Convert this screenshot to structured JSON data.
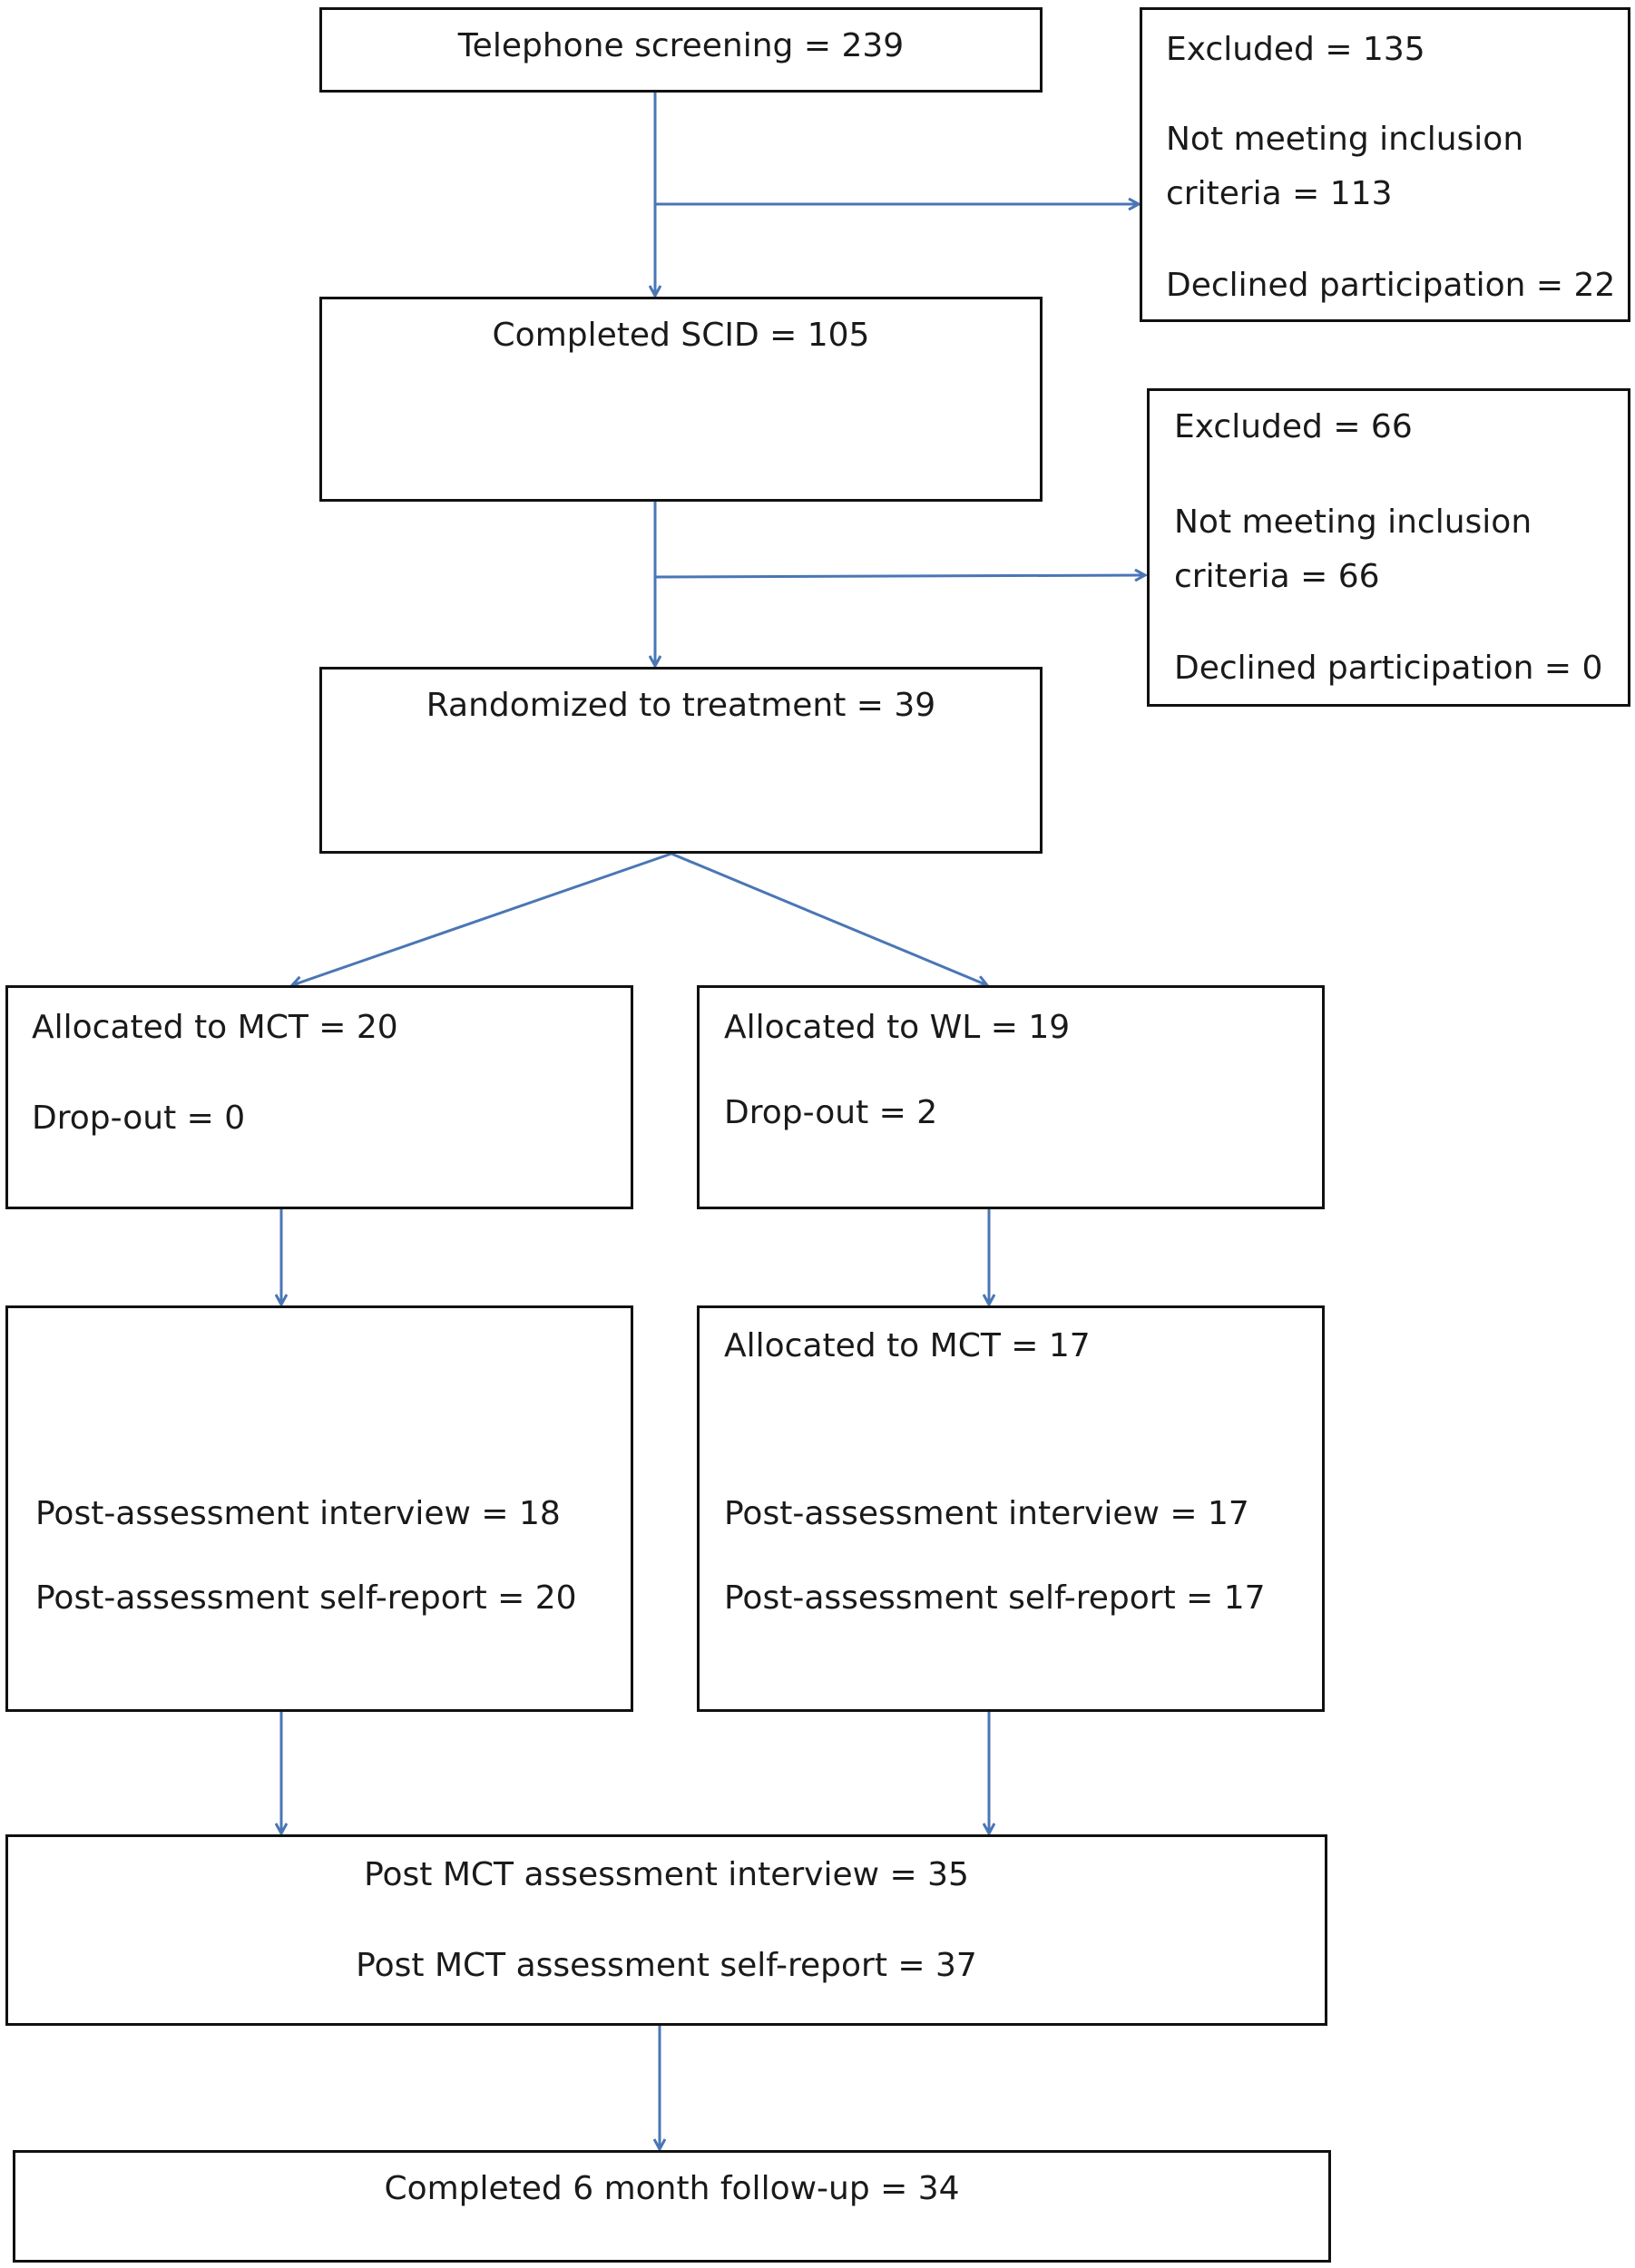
{
  "colors": {
    "arrow": "#4a76b5",
    "border": "#111111",
    "text": "#1a1a1a"
  },
  "boxes": {
    "telephone": {
      "text": "Telephone screening = 239"
    },
    "excluded1": {
      "title": "Excluded = 135",
      "not_meeting": "Not meeting inclusion criteria = 113",
      "declined": "Declined participation = 22"
    },
    "scid": {
      "text": "Completed SCID = 105"
    },
    "excluded2": {
      "title": "Excluded = 66",
      "not_meeting": "Not meeting inclusion criteria = 66",
      "declined": "Declined participation = 0"
    },
    "randomized": {
      "text": "Randomized to treatment = 39"
    },
    "mct_alloc": {
      "title": "Allocated to MCT = 20",
      "dropout": "Drop-out = 0"
    },
    "wl_alloc": {
      "title": "Allocated to WL = 19",
      "dropout": "Drop-out = 2"
    },
    "mct_post": {
      "interview": "Post-assessment interview = 18",
      "self_report": "Post-assessment self-report = 20"
    },
    "wl_mct": {
      "title": "Allocated to MCT = 17",
      "interview": "Post-assessment interview = 17",
      "self_report": "Post-assessment self-report = 17"
    },
    "post_mct": {
      "interview": "Post MCT assessment interview = 35",
      "self_report": "Post MCT assessment self-report = 37"
    },
    "followup": {
      "text": "Completed 6 month follow-up = 34"
    }
  }
}
